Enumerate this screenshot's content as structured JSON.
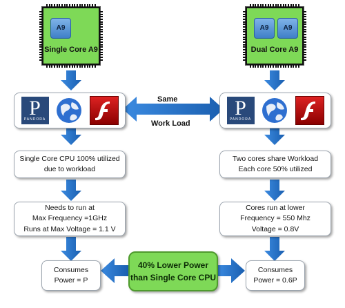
{
  "left_chip": {
    "cores": [
      "A9"
    ],
    "label": "Single Core A9"
  },
  "right_chip": {
    "cores": [
      "A9",
      "A9"
    ],
    "label": "Dual Core A9"
  },
  "apps": [
    {
      "name": "pandora-icon",
      "glyph": "P",
      "text": "PANDORA"
    },
    {
      "name": "globe-icon"
    },
    {
      "name": "flash-icon",
      "glyph": "f"
    }
  ],
  "middle": {
    "same": "Same",
    "workload": "Work Load"
  },
  "left_util": [
    "Single Core CPU 100% utilized",
    "due to workload"
  ],
  "right_util": [
    "Two cores share Workload",
    "Each core 50% utilized"
  ],
  "left_freq": [
    "Needs to run at",
    "Max Frequency =1GHz",
    "Runs at Max Voltage = 1.1 V"
  ],
  "right_freq": [
    "Cores  run at lower",
    "Frequency = 550 Mhz",
    "Voltage = 0.8V"
  ],
  "left_power": [
    "Consumes",
    "Power = P"
  ],
  "right_power": [
    "Consumes",
    "Power = 0.6P"
  ],
  "summary": [
    "40% Lower Power",
    "than Single Core CPU"
  ],
  "colors": {
    "arrow": "#1f6fbf",
    "chip": "#7ed957",
    "core": "#4f8fd6"
  }
}
